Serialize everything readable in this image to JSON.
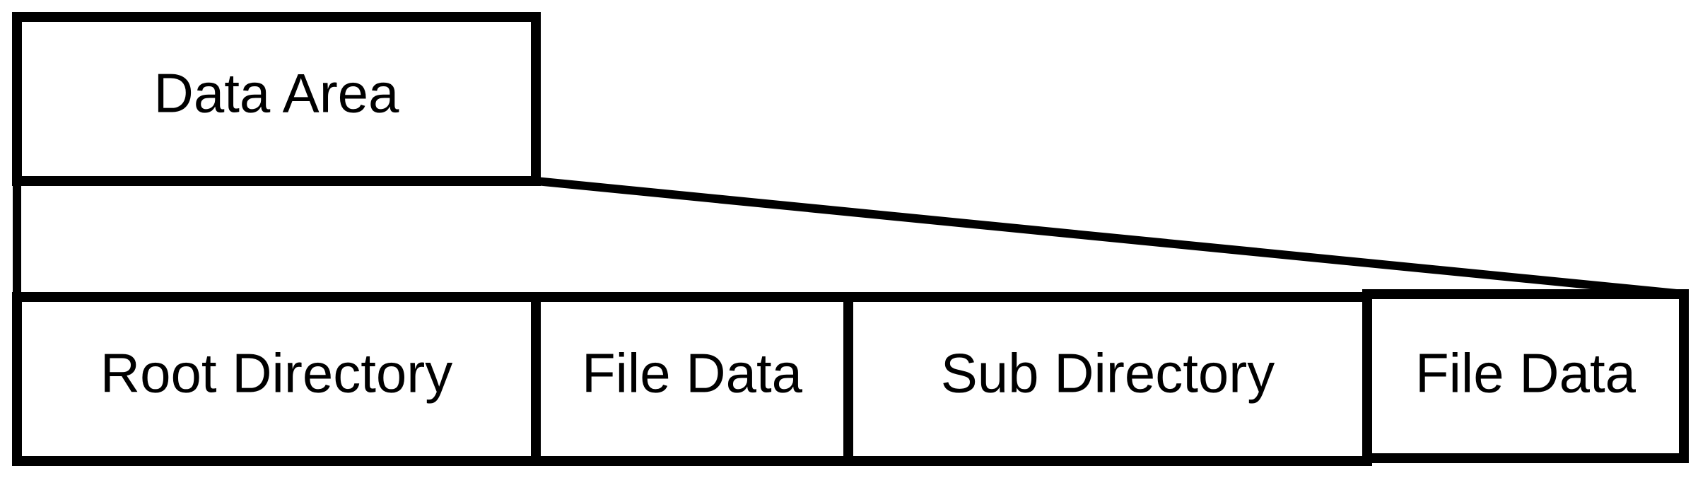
{
  "diagram": {
    "top": {
      "label": "Data Area"
    },
    "segments": [
      {
        "label": "Root Directory"
      },
      {
        "label": "File Data"
      },
      {
        "label": "Sub Directory"
      },
      {
        "label": "File Data"
      }
    ]
  },
  "colors": {
    "stroke": "#000000",
    "fill": "#ffffff"
  }
}
